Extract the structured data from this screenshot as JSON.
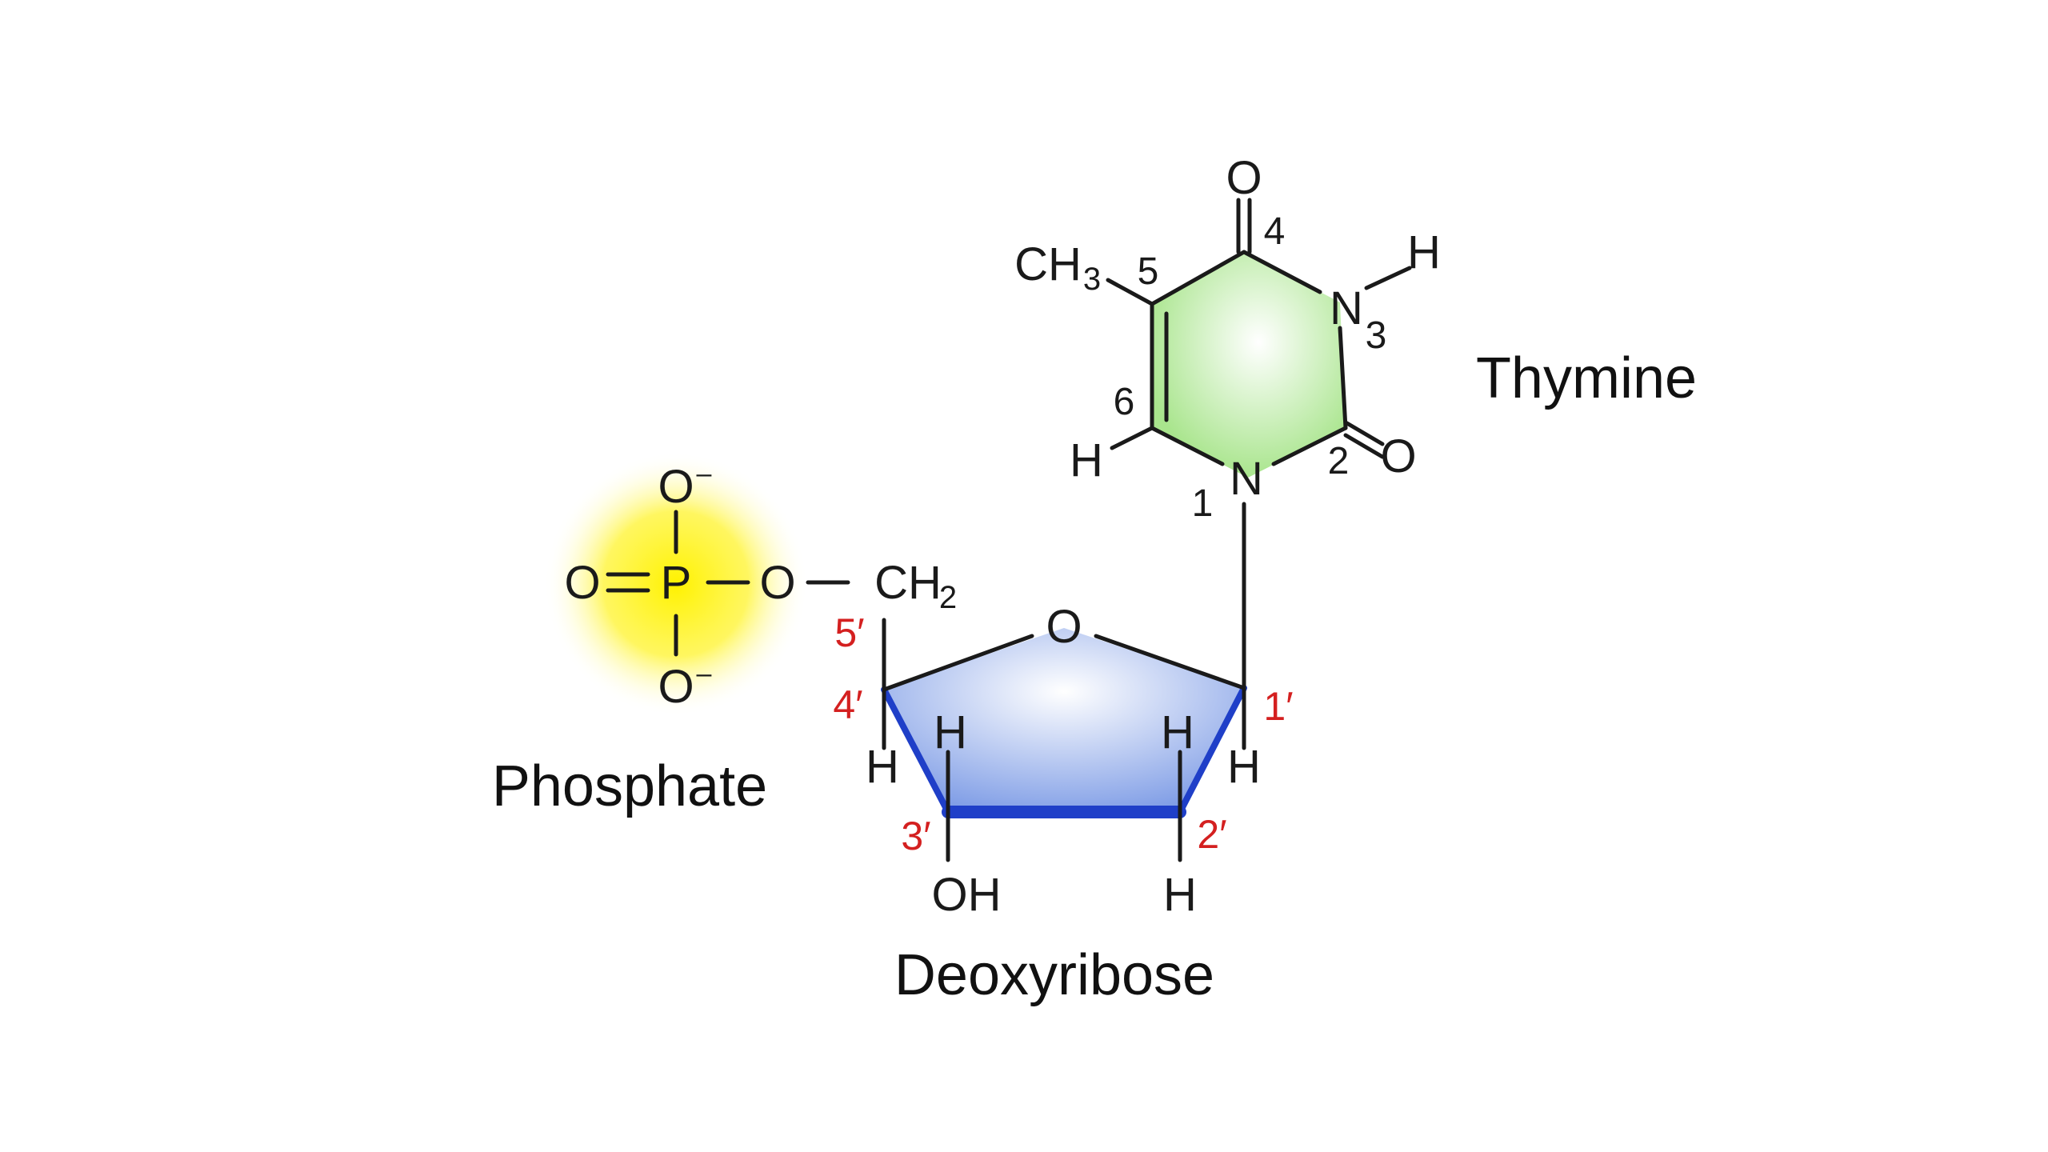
{
  "labels": {
    "thymine": "Thymine",
    "phosphate": "Phosphate",
    "deoxyribose": "Deoxyribose"
  },
  "thymine_atoms": {
    "o_top": "O",
    "n3": "N",
    "n3_sub": "3",
    "h_n3": "H",
    "o_c2": "O",
    "n1": "N",
    "h_c6": "H",
    "ch3_ch": "CH",
    "ch3_sub": "3"
  },
  "ring_numbers": {
    "n1": "1",
    "c2": "2",
    "c4": "4",
    "c5": "5",
    "c6": "6"
  },
  "phosphate_atoms": {
    "o_top": "O",
    "o_top_charge": "–",
    "o_left": "O",
    "p": "P",
    "o_bridge": "O",
    "o_bottom": "O",
    "o_bottom_charge": "–"
  },
  "sugar_atoms": {
    "ch2_ch": "CH",
    "ch2_sub": "2",
    "o_ring": "O",
    "oh": "OH",
    "h_c4_down": "H",
    "h_c3_up": "H",
    "h_c2_up": "H",
    "h_c1_down": "H",
    "h_c2_down": "H"
  },
  "carbon_numbers": {
    "c1": "1′",
    "c2": "2′",
    "c3": "3′",
    "c4": "4′",
    "c5": "5′"
  },
  "colors": {
    "thymine_fill": "#c6eeb0",
    "sugar_fill": "#9db4ee",
    "sugar_edge": "#1f3fc8",
    "phosphate_glow": "#fff200",
    "carbon_numbers": "#d42020",
    "bonds": "#1a1a1a"
  }
}
